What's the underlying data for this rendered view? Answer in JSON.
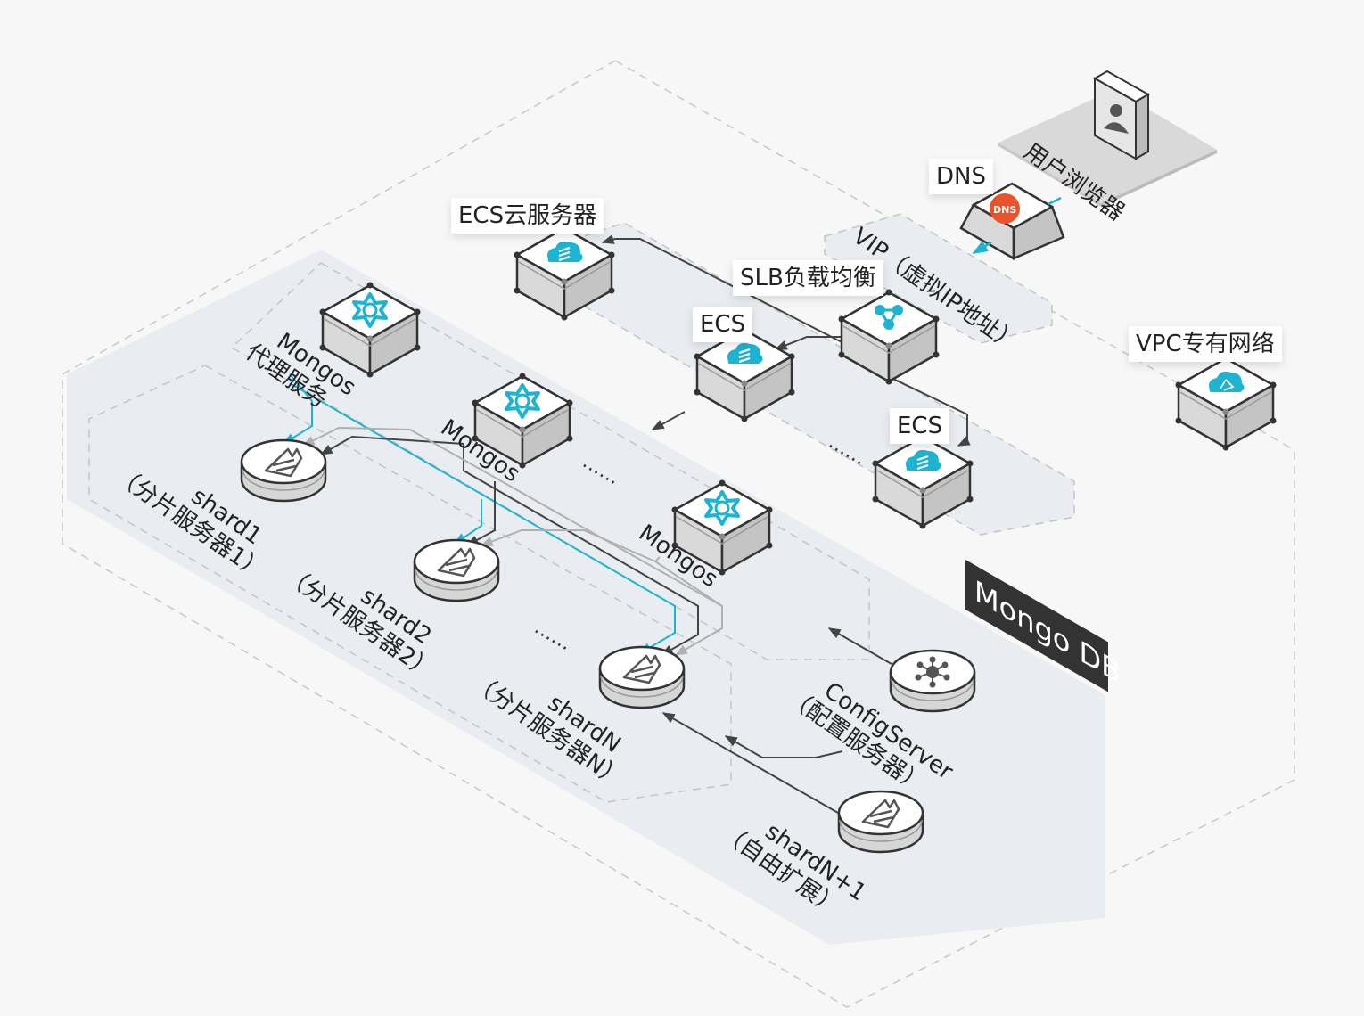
{
  "diagram": {
    "title": "Mongo DB 分片集群部署架构",
    "colors": {
      "accent": "#1fb3d2",
      "dns": "#e8532b",
      "dark_line": "#444444",
      "gray_line": "#b0b0b0",
      "zone_fill": "#e9edf1",
      "tag_bg": "#333333"
    },
    "labels": {
      "user_browser": "用户浏览器",
      "dns": "DNS",
      "ecs_cloud_server": "ECS云服务器",
      "vip": "VIP（虚拟IP地址）",
      "slb": "SLB负载均衡",
      "ecs_1": "ECS",
      "ecs_2": "ECS",
      "ecs_ellipsis": "……",
      "vpc": "VPC专有网络",
      "mongo_db_tag": "Mongo DB",
      "mongos_proxy_line1": "Mongos",
      "mongos_proxy_line2": "代理服务",
      "mongos_2": "Mongos",
      "mongos_3": "Mongos",
      "mongos_ellipsis": "……",
      "shard1_line1": "shard1",
      "shard1_line2": "（分片服务器1）",
      "shard2_line1": "shard2",
      "shard2_line2": "（分片服务器2）",
      "shard_ellipsis": "……",
      "shardN_line1": "shardN",
      "shardN_line2": "（分片服务器N）",
      "config_line1": "ConfigServer",
      "config_line2": "（配置服务器）",
      "shardN1_line1": "shardN+1",
      "shardN1_line2": "（自由扩展）"
    },
    "nodes": [
      {
        "id": "user-browser",
        "icon": "user-icon"
      },
      {
        "id": "dns",
        "icon": "dns-icon"
      },
      {
        "id": "ecs-cloud-server",
        "icon": "cloud-server-icon"
      },
      {
        "id": "slb",
        "icon": "load-balancer-icon"
      },
      {
        "id": "ecs-1",
        "icon": "cloud-server-icon"
      },
      {
        "id": "ecs-2",
        "icon": "cloud-server-icon"
      },
      {
        "id": "vpc",
        "icon": "vpc-cloud-icon"
      },
      {
        "id": "mongos-proxy",
        "icon": "mongos-star-icon"
      },
      {
        "id": "mongos-2",
        "icon": "mongos-star-icon"
      },
      {
        "id": "mongos-3",
        "icon": "mongos-star-icon"
      },
      {
        "id": "shard1",
        "icon": "shard-icon"
      },
      {
        "id": "shard2",
        "icon": "shard-icon"
      },
      {
        "id": "shardN",
        "icon": "shard-icon"
      },
      {
        "id": "config-server",
        "icon": "config-hub-icon"
      },
      {
        "id": "shardN1",
        "icon": "shard-icon"
      }
    ]
  }
}
